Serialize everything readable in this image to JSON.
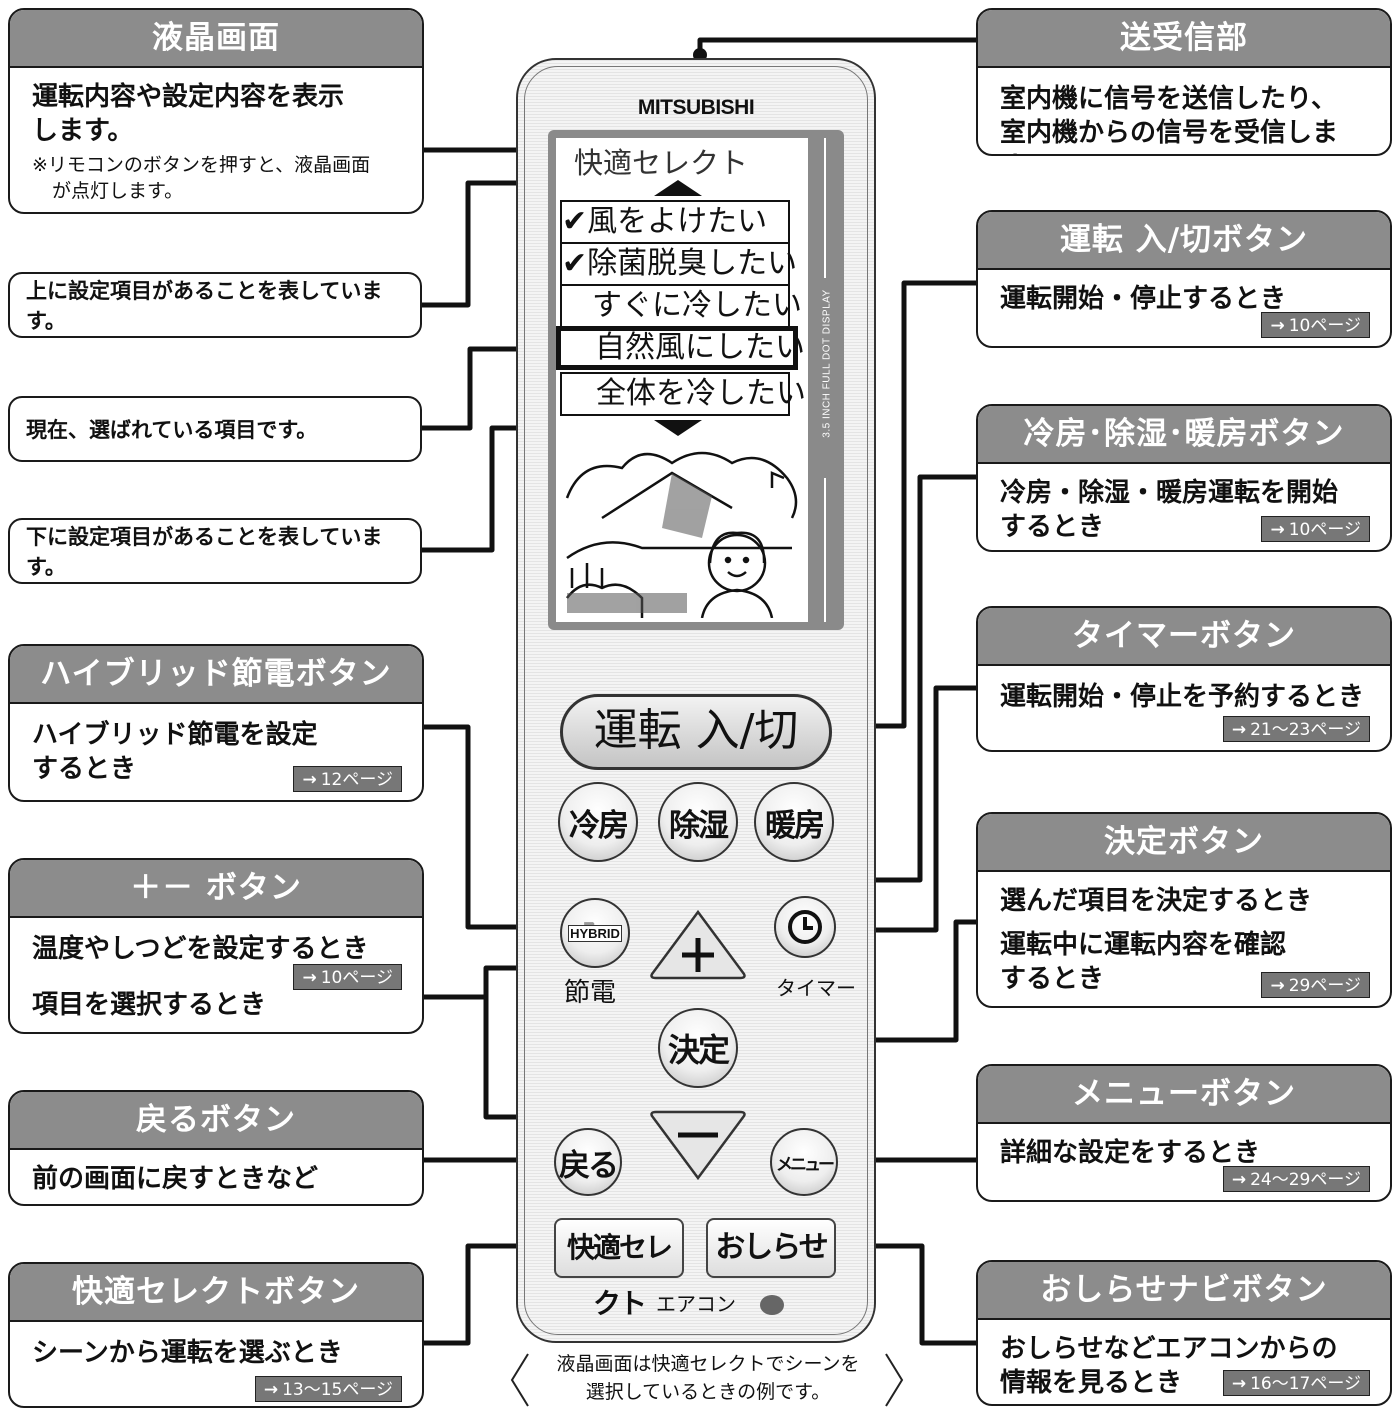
{
  "callouts": {
    "lcd": {
      "title": "液晶画面",
      "body": "運転内容や設定内容を表示\nします。",
      "note1": "※リモコンのボタンを押すと、液晶画面",
      "note2": "が点灯します。"
    },
    "up_items": "上に設定項目があることを表しています。",
    "selected_item": "現在、選ばれている項目です。",
    "down_items": "下に設定項目があることを表しています。",
    "hybrid": {
      "title": "ハイブリッド節電ボタン",
      "body": "ハイブリッド節電を設定\nするとき",
      "page": "12ページ"
    },
    "plusminus": {
      "title": "＋－ ボタン",
      "body1": "温度やしつどを設定するとき",
      "page": "10ページ",
      "body2": "項目を選択するとき"
    },
    "back": {
      "title": "戻るボタン",
      "body": "前の画面に戻すときなど"
    },
    "kaiteki": {
      "title": "快適セレクトボタン",
      "body": "シーンから運転を選ぶとき",
      "page": "13～15ページ"
    },
    "transceiver": {
      "title": "送受信部",
      "body": "室内機に信号を送信したり、\n室内機からの信号を受信します。"
    },
    "power": {
      "title": "運転 入/切ボタン",
      "body": "運転開始・停止するとき",
      "page": "10ページ"
    },
    "mode": {
      "title": "冷房･除湿･暖房ボタン",
      "body": "冷房・除湿・暖房運転を開始\nするとき",
      "page": "10ページ"
    },
    "timer": {
      "title": "タイマーボタン",
      "body": "運転開始・停止を予約するとき",
      "page": "21～23ページ"
    },
    "ok": {
      "title": "決定ボタン",
      "body1": "選んだ項目を決定するとき",
      "body2": "運転中に運転内容を確認\nするとき",
      "page": "29ページ"
    },
    "menu": {
      "title": "メニューボタン",
      "body": "詳細な設定をするとき",
      "page": "24～29ページ"
    },
    "navi": {
      "title": "おしらせナビボタン",
      "body": "おしらせなどエアコンからの\n情報を見るとき",
      "page": "16～17ページ"
    }
  },
  "remote": {
    "brand": "MITSUBISHI",
    "lcd_title": "快適セレクト",
    "lcd_items": [
      "✔風をよけたい",
      "✔除菌脱臭したい",
      "すぐに冷したい",
      "自然風にしたい",
      "全体を冷したい"
    ],
    "lcd_side_text": "3.5 INCH FULL DOT DISPLAY",
    "power_label": "運転 入/切",
    "mode_buttons": [
      "冷房",
      "除湿",
      "暖房"
    ],
    "hybrid_label": "HYBRID",
    "hybrid_caption": "節電",
    "timer_caption": "タイマー",
    "plus": "＋",
    "minus": "－",
    "ok_label": "決定",
    "back_label": "戻る",
    "menu_label": "メニュー",
    "kaiteki_label": "快適セレクト",
    "navi_label": "おしらせ",
    "footer": "エアコン"
  },
  "caption": {
    "line1": "液晶画面は快適セレクトでシーンを",
    "line2": "選択しているときの例です。"
  },
  "arrow_glyph": "→"
}
